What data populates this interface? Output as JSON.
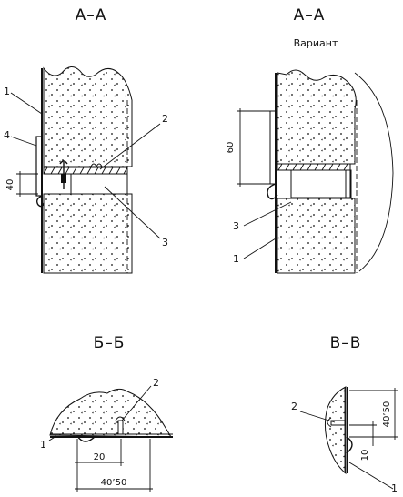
{
  "titles": {
    "aa_left": "A–A",
    "aa_right": "A–A",
    "variant": "Вариант",
    "bb": "Б–Б",
    "vv": "В–В"
  },
  "labels": {
    "aa_left_1": "1",
    "aa_left_2": "2",
    "aa_left_3": "3",
    "aa_left_4": "4",
    "aa_right_1": "1",
    "aa_right_3": "3",
    "bb_1": "1",
    "bb_2": "2",
    "vv_1": "1",
    "vv_2": "2"
  },
  "dimensions": {
    "aa_left_40": "40",
    "aa_right_60": "60",
    "bb_20": "20",
    "bb_4050": "40’50",
    "vv_4050": "40’50",
    "vv_10": "10"
  }
}
